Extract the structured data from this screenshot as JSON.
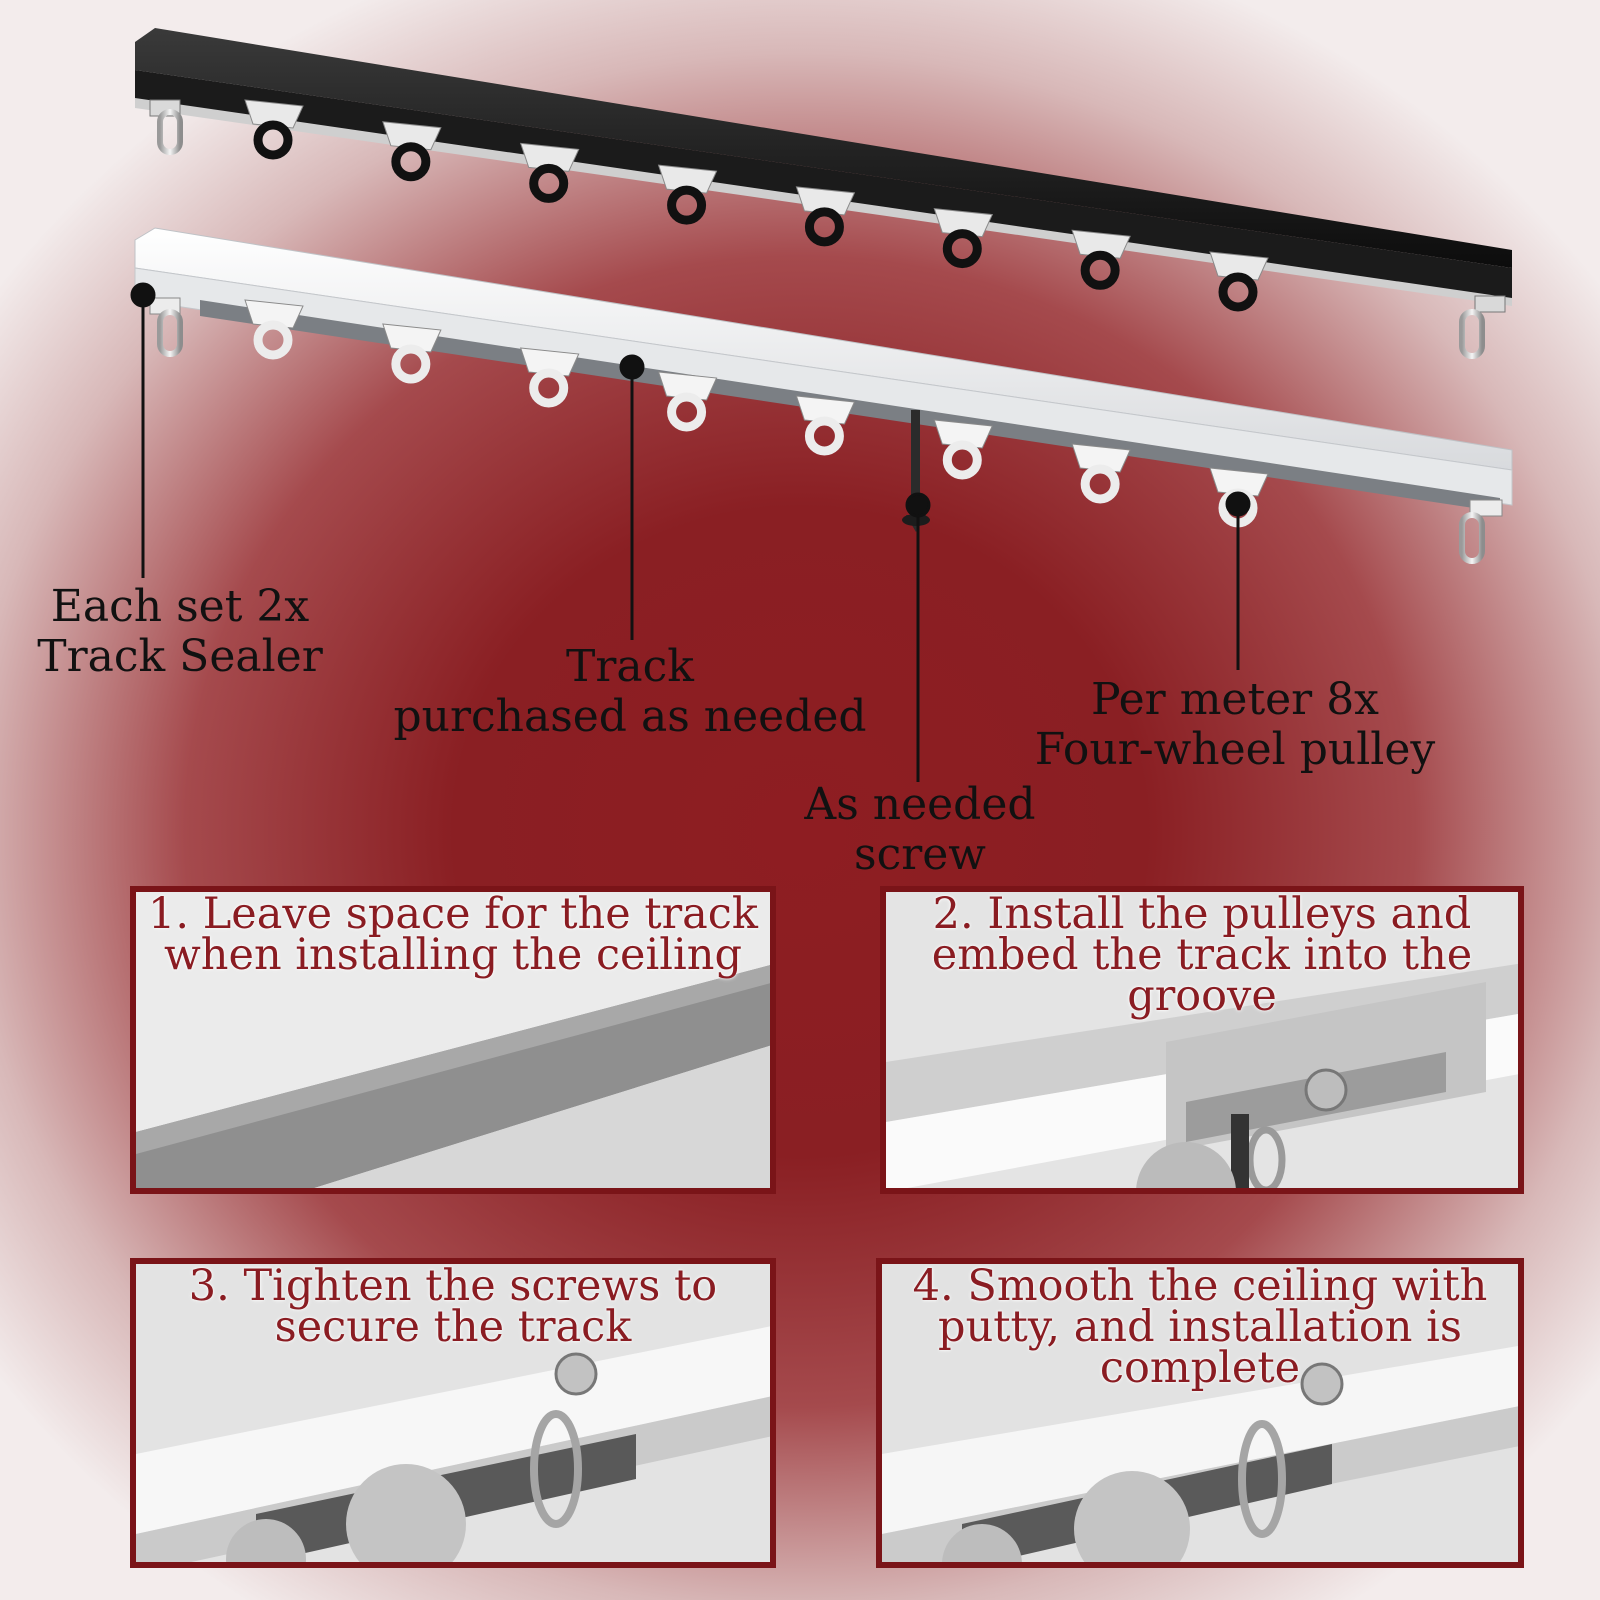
{
  "callouts": {
    "sealer": [
      "Each set 2x",
      "Track Sealer"
    ],
    "track": [
      "Track",
      "purchased as needed"
    ],
    "screw": [
      "As needed",
      "screw"
    ],
    "pulley": [
      "Per meter 8x",
      "Four-wheel pulley"
    ]
  },
  "steps": [
    {
      "lines": [
        "1. Leave space for the track",
        "when installing the ceiling"
      ]
    },
    {
      "lines": [
        "2. Install the pulleys and",
        "embed the track into the",
        "groove"
      ]
    },
    {
      "lines": [
        "3. Tighten the screws to",
        "secure the track"
      ]
    },
    {
      "lines": [
        "4. Smooth the ceiling with",
        "putty, and installation is",
        "complete"
      ]
    }
  ],
  "colors": {
    "background_center": "#8a1f23",
    "caption_text": "#8a1c22",
    "panel_border": "#7a1418",
    "black_rail": "#151515",
    "white_rail": "#f2f2f2"
  }
}
